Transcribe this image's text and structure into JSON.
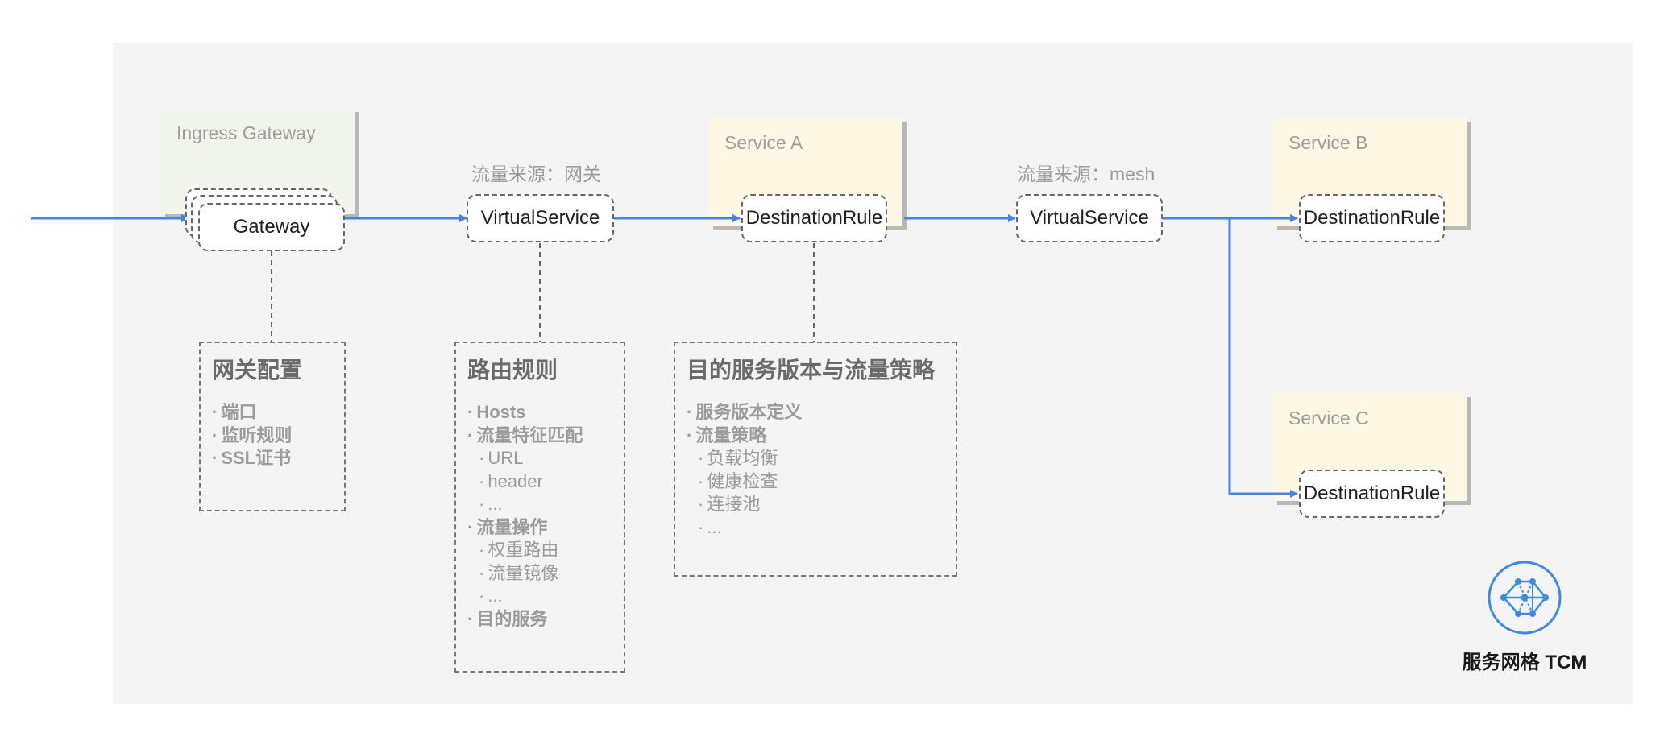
{
  "containers": {
    "ingress_gateway": "Ingress Gateway",
    "service_a": "Service A",
    "service_b": "Service B",
    "service_c": "Service C"
  },
  "nodes": {
    "gateway": "Gateway",
    "virtualservice_1": "VirtualService",
    "destinationrule_a": "DestinationRule",
    "virtualservice_2": "VirtualService",
    "destinationrule_b": "DestinationRule",
    "destinationrule_c": "DestinationRule"
  },
  "source_labels": {
    "gateway_source": "流量来源：网关",
    "mesh_source": "流量来源：mesh"
  },
  "notes": {
    "gateway_config": {
      "title": "网关配置",
      "items": [
        "端口",
        "监听规则",
        "SSL证书"
      ]
    },
    "routing_rules": {
      "title": "路由规则",
      "items": [
        "Hosts",
        "流量特征匹配",
        "URL",
        "header",
        "...",
        "流量操作",
        "权重路由",
        "流量镜像",
        "...",
        "目的服务"
      ]
    },
    "destination_policy": {
      "title": "目的服务版本与流量策略",
      "items": [
        "服务版本定义",
        "流量策略",
        "负载均衡",
        "健康检查",
        "连接池",
        "..."
      ]
    }
  },
  "logo": {
    "text": "服务网格 TCM",
    "icon": "tcm-service-mesh-logo-icon"
  },
  "colors": {
    "canvas_bg": "#f4f4f4",
    "arrow": "#4a82dd",
    "ingress_container": "#f1f5ea",
    "service_container": "#fdf7e3",
    "logo_blue": "#3f8ae0"
  }
}
